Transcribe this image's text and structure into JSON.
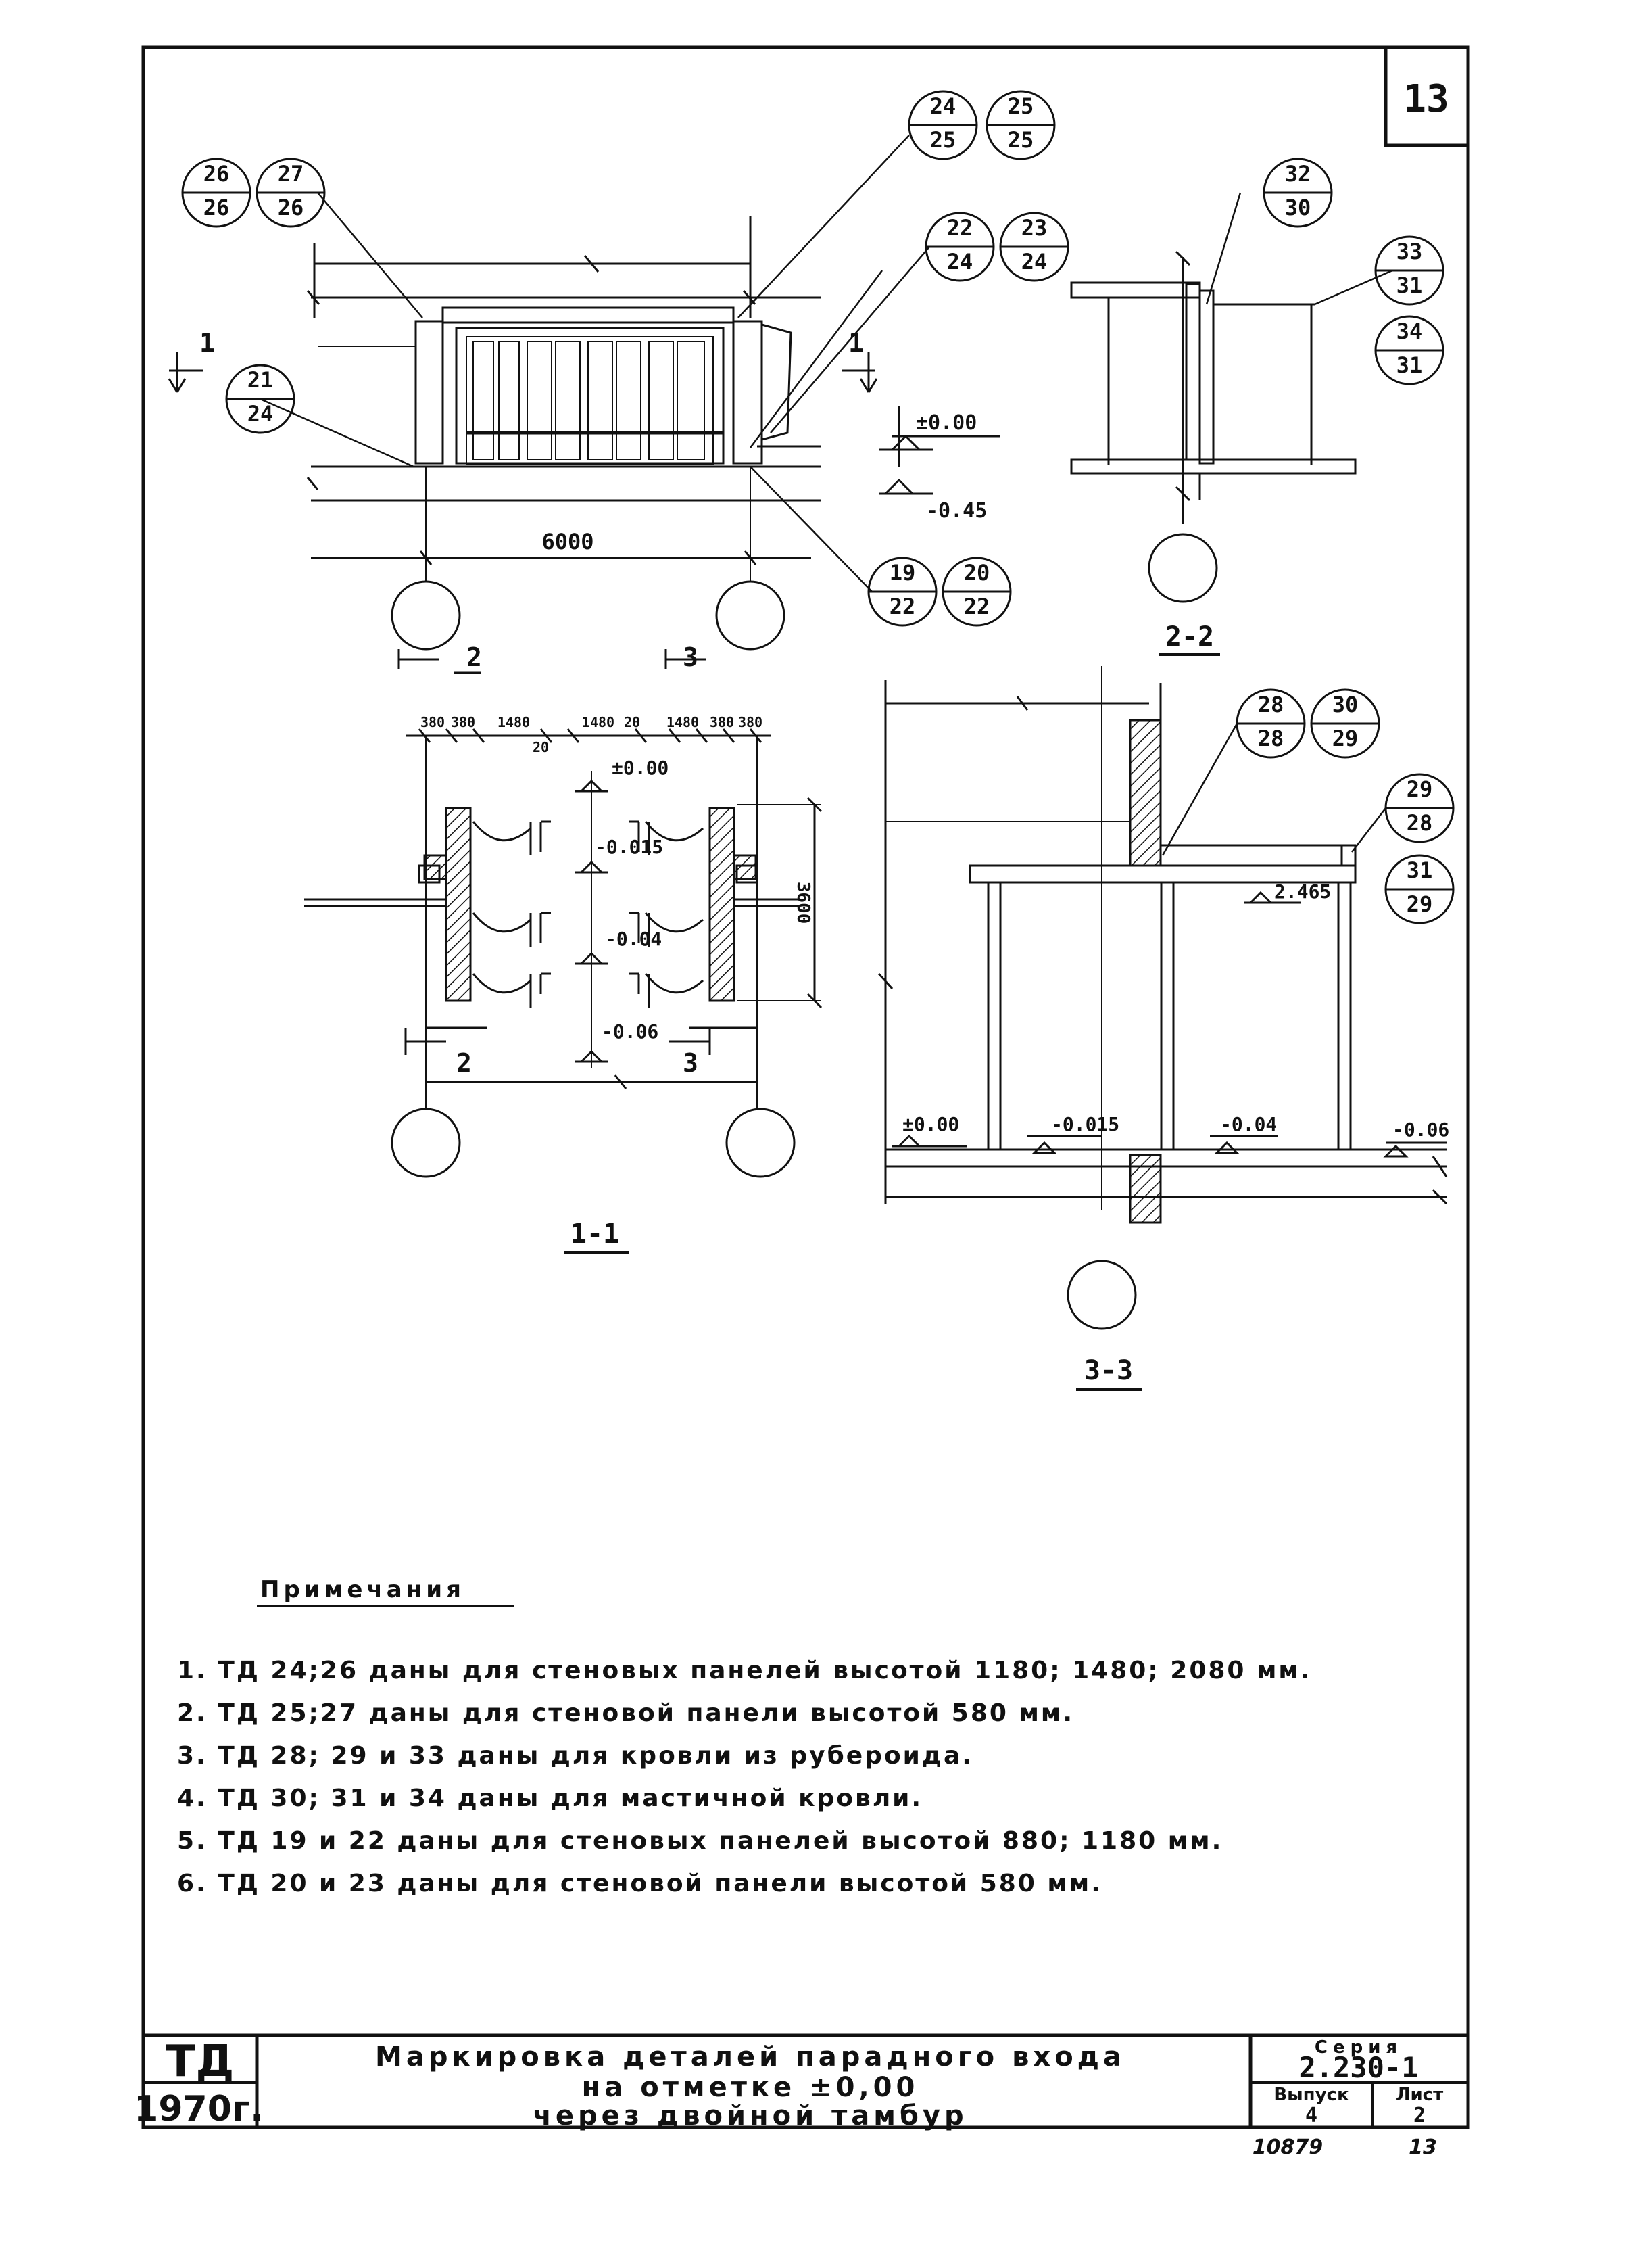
{
  "sheet_number": "13",
  "elevation": {
    "dimension": "6000",
    "section_mark_1": "1",
    "level_top": "±0.00",
    "level_bottom": "-0.45",
    "callouts": {
      "c26": {
        "top": "26",
        "bottom": "26"
      },
      "c27": {
        "top": "27",
        "bottom": "26"
      },
      "c24": {
        "top": "24",
        "bottom": "25"
      },
      "c25": {
        "top": "25",
        "bottom": "25"
      },
      "c22": {
        "top": "22",
        "bottom": "24"
      },
      "c23": {
        "top": "23",
        "bottom": "24"
      },
      "c21": {
        "top": "21",
        "bottom": "24"
      },
      "c19": {
        "top": "19",
        "bottom": "22"
      },
      "c20": {
        "top": "20",
        "bottom": "22"
      }
    }
  },
  "section_2_2": {
    "title": "2-2",
    "callouts": {
      "c32": {
        "top": "32",
        "bottom": "30"
      },
      "c33": {
        "top": "33",
        "bottom": "31"
      },
      "c34": {
        "top": "34",
        "bottom": "31"
      }
    }
  },
  "plan_1_1": {
    "title": "1-1",
    "cut_2": "2",
    "cut_3": "3",
    "dims_top": [
      "380",
      "380",
      "1480",
      "1480",
      "20",
      "1480",
      "380",
      "380"
    ],
    "dim_20": "20",
    "dim_side": "3600",
    "levels": [
      "±0.00",
      "-0.015",
      "-0.04",
      "-0.06"
    ]
  },
  "section_3_3": {
    "title": "3-3",
    "level_roof": "2.465",
    "levels": [
      "±0.00",
      "-0.015",
      "-0.04",
      "-0.06"
    ],
    "callouts": {
      "c28": {
        "top": "28",
        "bottom": "28"
      },
      "c30": {
        "top": "30",
        "bottom": "29"
      },
      "c29": {
        "top": "29",
        "bottom": "28"
      },
      "c31": {
        "top": "31",
        "bottom": "29"
      }
    }
  },
  "notes": {
    "heading": "Примечания",
    "items": [
      "1. ТД 24;26 даны для стеновых панелей высотой 1180; 1480; 2080 мм.",
      "2. ТД 25;27 даны для стеновой панели высотой 580 мм.",
      "3. ТД 28; 29 и 33 даны для кровли из рубероида.",
      "4. ТД 30; 31 и 34 даны для мастичной кровли.",
      "5. ТД 19 и 22 даны для стеновых панелей высотой 880; 1180 мм.",
      "6. ТД 20 и 23 даны для стеновой панели высотой 580 мм."
    ]
  },
  "title_block": {
    "code": "ТД",
    "year": "1970г.",
    "title_line1": "Маркировка деталей парадного входа",
    "title_line2": "на отметке ±0,00",
    "title_line3": "через двойной тамбур",
    "series_label": "Серия",
    "series_value": "2.230-1",
    "issue_label": "Выпуск",
    "issue_value": "4",
    "sheet_label": "Лист",
    "sheet_value": "2"
  },
  "footer": {
    "inventory_number": "10879",
    "page_number": "13"
  }
}
